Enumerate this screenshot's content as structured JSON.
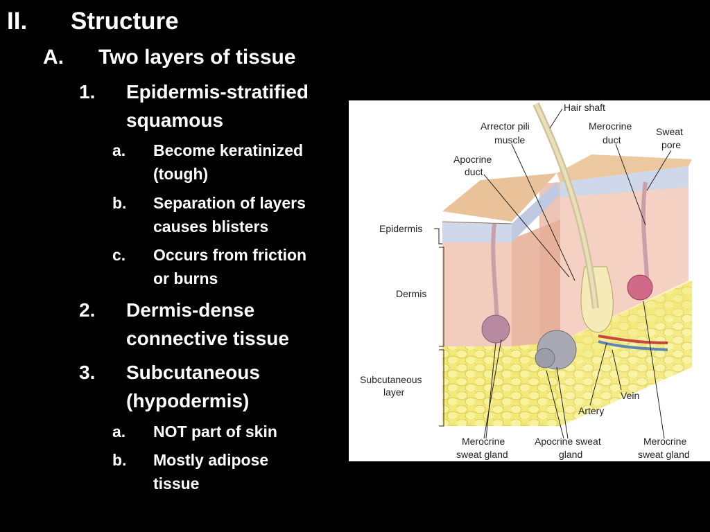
{
  "outline": {
    "l1": {
      "marker": "II.",
      "text": "Structure"
    },
    "l2": {
      "marker": "A.",
      "text": "Two layers of tissue"
    },
    "i1": {
      "marker": "1.",
      "line1": "Epidermis-stratified",
      "line2": "squamous"
    },
    "i1a": {
      "marker": "a.",
      "line1": "Become keratinized",
      "line2": "(tough)"
    },
    "i1b": {
      "marker": "b.",
      "line1": "Separation of layers",
      "line2": "causes blisters"
    },
    "i1c": {
      "marker": "c.",
      "line1": "Occurs from friction",
      "line2": "or burns"
    },
    "i2": {
      "marker": "2.",
      "line1": "Dermis-dense",
      "line2": "connective tissue"
    },
    "i3": {
      "marker": "3.",
      "line1": "Subcutaneous",
      "line2": "(hypodermis)"
    },
    "i3a": {
      "marker": "a.",
      "text": "NOT part of skin"
    },
    "i3b": {
      "marker": "b.",
      "line1": "Mostly adipose",
      "line2": "tissue"
    }
  },
  "figure": {
    "hair_shaft": "Hair shaft",
    "arrector_1": "Arrector pili",
    "arrector_2": "muscle",
    "merocrine_duct_1": "Merocrine",
    "merocrine_duct_2": "duct",
    "sweat_pore_1": "Sweat",
    "sweat_pore_2": "pore",
    "apocrine_duct_1": "Apocrine",
    "apocrine_duct_2": "duct",
    "epidermis": "Epidermis",
    "dermis": "Dermis",
    "subcutaneous_1": "Subcutaneous",
    "subcutaneous_2": "layer",
    "vein": "Vein",
    "artery": "Artery",
    "mero_gland_l_1": "Merocrine",
    "mero_gland_l_2": "sweat gland",
    "apocrine_gland_1": "Apocrine sweat",
    "apocrine_gland_2": "gland",
    "mero_gland_r_1": "Merocrine",
    "mero_gland_r_2": "sweat gland"
  }
}
